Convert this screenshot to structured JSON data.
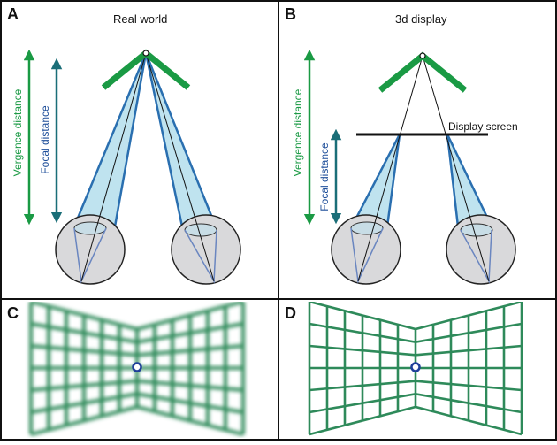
{
  "colors": {
    "green": "#1a9a44",
    "teal_dark": "#1a6e78",
    "grid_green": "#2e8a5a",
    "cone_fill": "#bfe3ef",
    "cone_edge": "#2a6fb0",
    "fixation": "#1f3f9a",
    "eye_fill": "#d9d9db",
    "border": "#111111"
  },
  "panels": {
    "a": {
      "letter": "A",
      "title": "Real world",
      "vergence_label": "Vergence distance",
      "focal_label": "Focal distance"
    },
    "b": {
      "letter": "B",
      "title": "3d display",
      "vergence_label": "Vergence distance",
      "focal_label": "Focal distance",
      "screen_label": "Display screen"
    },
    "c": {
      "letter": "C",
      "icon": "blurred-grid",
      "fixation_icon": "fixation-ring"
    },
    "d": {
      "letter": "D",
      "icon": "sharp-grid",
      "fixation_icon": "fixation-ring"
    }
  }
}
